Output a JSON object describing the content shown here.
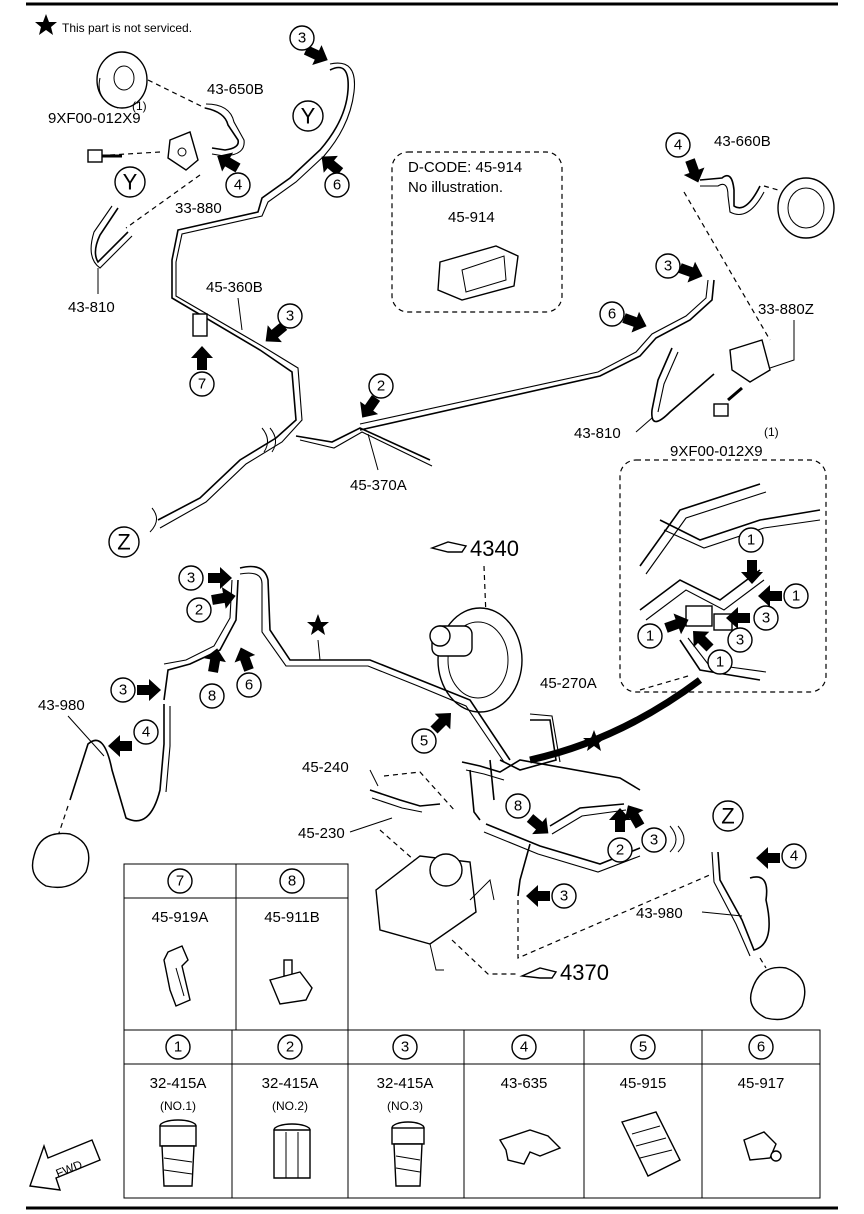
{
  "legend_note": "This part is not serviced.",
  "dcode_box": {
    "line1": "D-CODE:  45-914",
    "line2": "No illustration.",
    "part": "45-914"
  },
  "part_labels": {
    "p43_650B": "43-650B",
    "p9XF00_a": "9XF00-012X9",
    "qty_a": "(1)",
    "p33_880": "33-880",
    "p43_810_left": "43-810",
    "p45_360B": "45-360B",
    "p43_660B": "43-660B",
    "p33_880Z": "33-880Z",
    "p43_810_right": "43-810",
    "p9XF00_b": "9XF00-012X9",
    "qty_b": "(1)",
    "p45_370A": "45-370A",
    "p4340": "4340",
    "p45_270A": "45-270A",
    "p43_980_left": "43-980",
    "p45_240": "45-240",
    "p45_230": "45-230",
    "p43_980_right": "43-980",
    "p4370": "4370",
    "fwd": "FWD"
  },
  "view_letters": [
    "Y",
    "Z"
  ],
  "callout_numbers": [
    "1",
    "2",
    "3",
    "4",
    "5",
    "6",
    "7",
    "8"
  ],
  "parts_table": {
    "row1": [
      {
        "num": "7",
        "part": "45-919A",
        "note": ""
      },
      {
        "num": "8",
        "part": "45-911B",
        "note": ""
      }
    ],
    "row2": [
      {
        "num": "1",
        "part": "32-415A",
        "note": "(NO.1)"
      },
      {
        "num": "2",
        "part": "32-415A",
        "note": "(NO.2)"
      },
      {
        "num": "3",
        "part": "32-415A",
        "note": "(NO.3)"
      },
      {
        "num": "4",
        "part": "43-635",
        "note": ""
      },
      {
        "num": "5",
        "part": "45-915",
        "note": ""
      },
      {
        "num": "6",
        "part": "45-917",
        "note": ""
      }
    ]
  }
}
